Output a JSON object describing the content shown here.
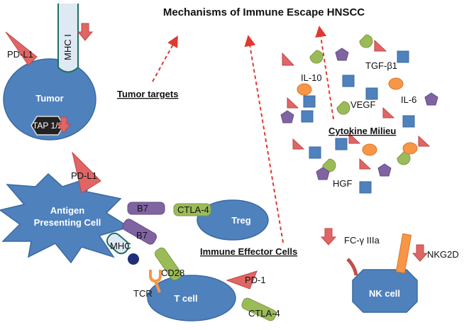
{
  "title": "Mechanisms of Immune Escape HNSCC",
  "colors": {
    "cell_blue": "#4f81bd",
    "cell_stroke": "#3a6aa0",
    "red_shape": "#d9534f",
    "green_shape": "#9bbb59",
    "purple_shape": "#8064a2",
    "orange_shape": "#f79646",
    "teal_shape": "#4bacc6",
    "arrow_red": "#e03a2f"
  },
  "tumor": {
    "label": "Tumor",
    "pd_l1": "PD-L1",
    "mhc_i": "MHC I",
    "tap": "TAP 1/2"
  },
  "tumor_targets": "Tumor targets",
  "cytokine": {
    "heading": "Cytokine Milieu",
    "il10": "IL-10",
    "tgfb1": "TGF-β1",
    "vegf": "VEGF",
    "il6": "IL-6",
    "hgf": "HGF"
  },
  "apc": {
    "label_line1": "Antigen",
    "label_line2": "Presenting Cell",
    "pd_l1": "PD-L1",
    "b7_a": "B7",
    "b7_b": "B7",
    "mhc": "MHC"
  },
  "treg": {
    "label": "Treg",
    "ctla4": "CTLA-4"
  },
  "tcell": {
    "label": "T cell",
    "cd28": "CD28",
    "tcr": "TCR",
    "pd1": "PD-1",
    "ctla4": "CTLA-4"
  },
  "immune_effector": "Immune Effector Cells",
  "nk": {
    "label": "NK cell",
    "fcg": "FC-γ IIIa",
    "nkg2d": "NKG2D"
  }
}
